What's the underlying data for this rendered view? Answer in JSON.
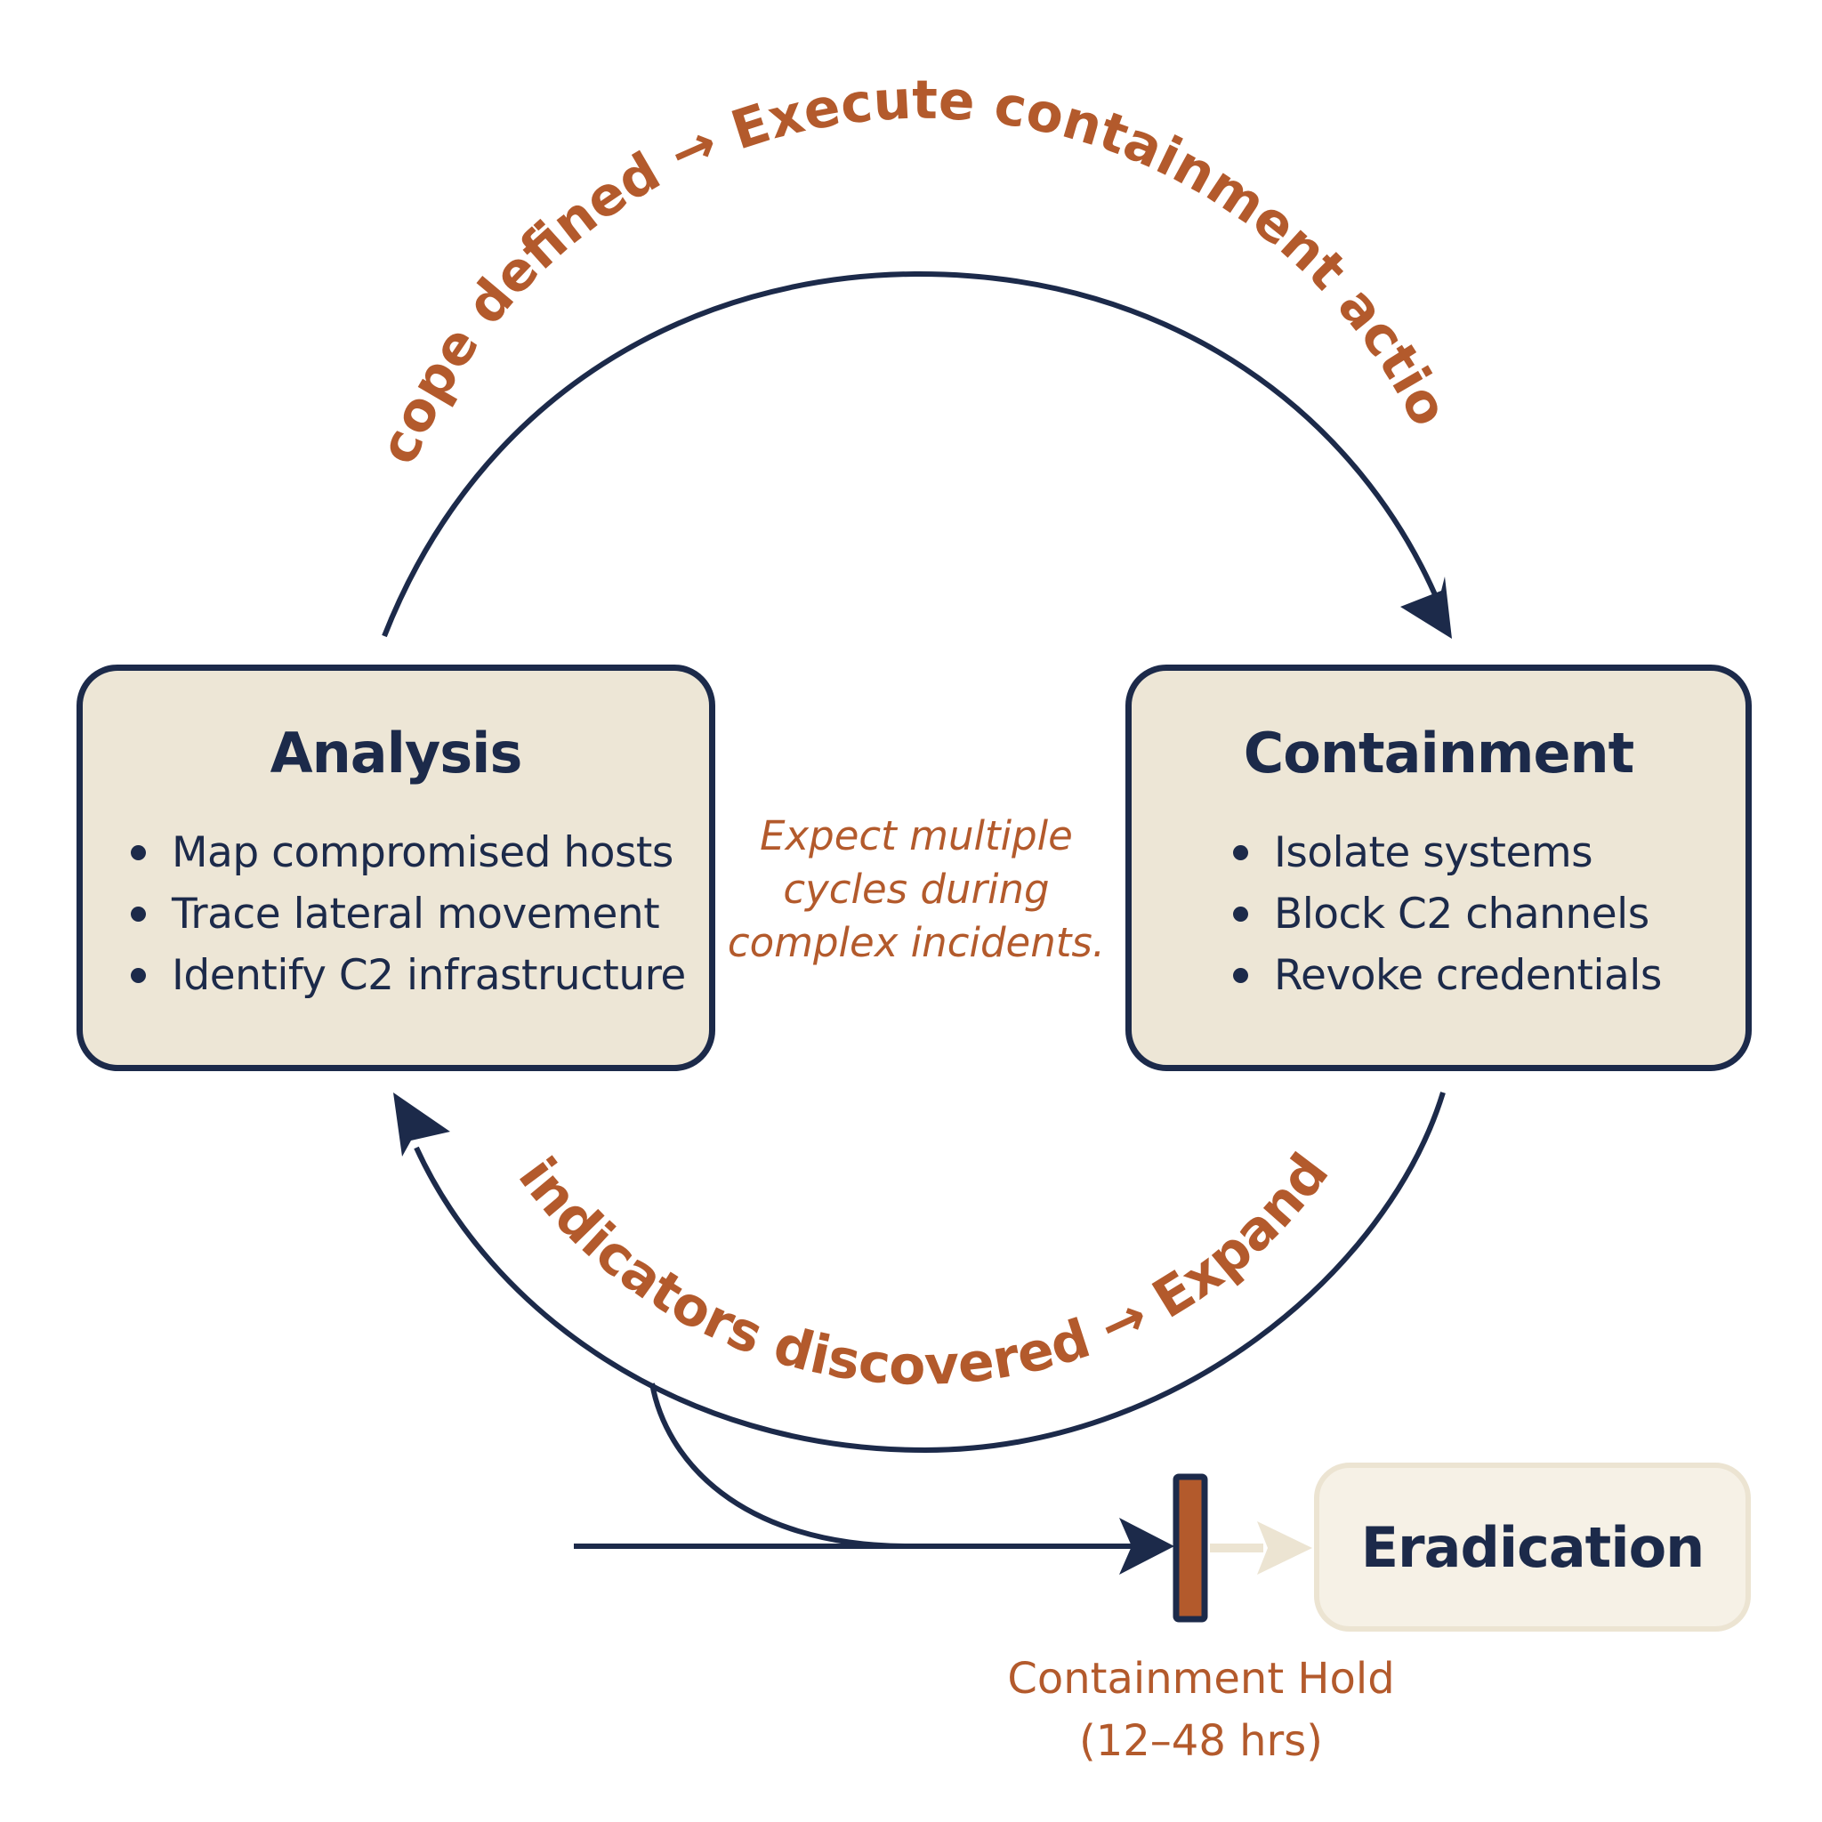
{
  "analysis": {
    "title": "Analysis",
    "items": [
      "Map compromised hosts",
      "Trace lateral movement",
      "Identify C2 infrastructure"
    ]
  },
  "containment": {
    "title": "Containment",
    "items": [
      "Isolate systems",
      "Block C2 channels",
      "Revoke credentials"
    ]
  },
  "eradication": {
    "title": "Eradication"
  },
  "arcs": {
    "top_label": "Scope defined → Execute containment actions",
    "bottom_label": "New indicators discovered → Expand scope"
  },
  "note": "Expect multiple\ncycles during\ncomplex incidents.",
  "hold": {
    "label": "Containment Hold",
    "duration": "(12–48 hrs)"
  },
  "colors": {
    "navy": "#1c2a4a",
    "rust": "#b35a2c",
    "box_fill": "#ede6d6",
    "faded": "#ece4d2"
  }
}
